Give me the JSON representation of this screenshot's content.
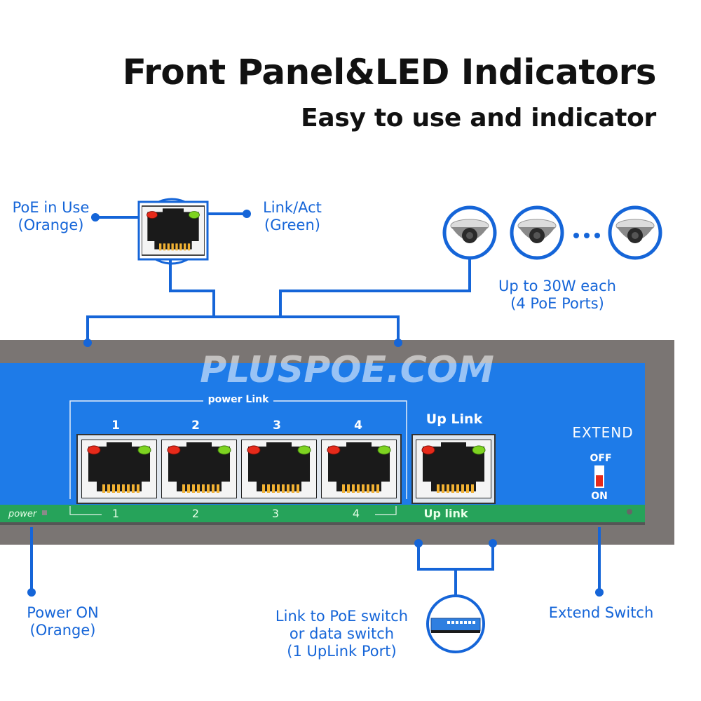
{
  "header": {
    "title": "Front Panel&LED Indicators",
    "subtitle": "Easy to use and indicator"
  },
  "callouts": {
    "poe_in_use": [
      "PoE in Use",
      "(Orange)"
    ],
    "link_act": [
      "Link/Act",
      "(Green)"
    ],
    "poe_power": [
      "Up to 30W each",
      "(4 PoE Ports)"
    ],
    "power_on": [
      "Power ON",
      "(Orange)"
    ],
    "uplink": [
      "Link to PoE switch",
      "or data switch",
      "(1 UpLink Port)"
    ],
    "extend_switch": [
      "Extend Switch"
    ]
  },
  "device": {
    "watermark": "PLUSPOE.COM",
    "group_label": "power Link",
    "poe_ports": [
      {
        "top_label": "1",
        "bottom_label": "1"
      },
      {
        "top_label": "2",
        "bottom_label": "2"
      },
      {
        "top_label": "3",
        "bottom_label": "3"
      },
      {
        "top_label": "4",
        "bottom_label": "4"
      }
    ],
    "uplink_top_label": "Up Link",
    "uplink_bottom_label": "Up link",
    "power_label": "power",
    "extend": {
      "label": "EXTEND",
      "off": "OFF",
      "on": "ON"
    }
  },
  "colors": {
    "accent": "#1565d8",
    "panel_blue": "#1e7be8",
    "panel_green": "#26a35a",
    "chassis": "#7a7573",
    "led_orange": "#e62a1a",
    "led_green": "#7ed321"
  },
  "icons": [
    "dome-camera-icon",
    "switch-icon",
    "rj45-port-icon"
  ]
}
